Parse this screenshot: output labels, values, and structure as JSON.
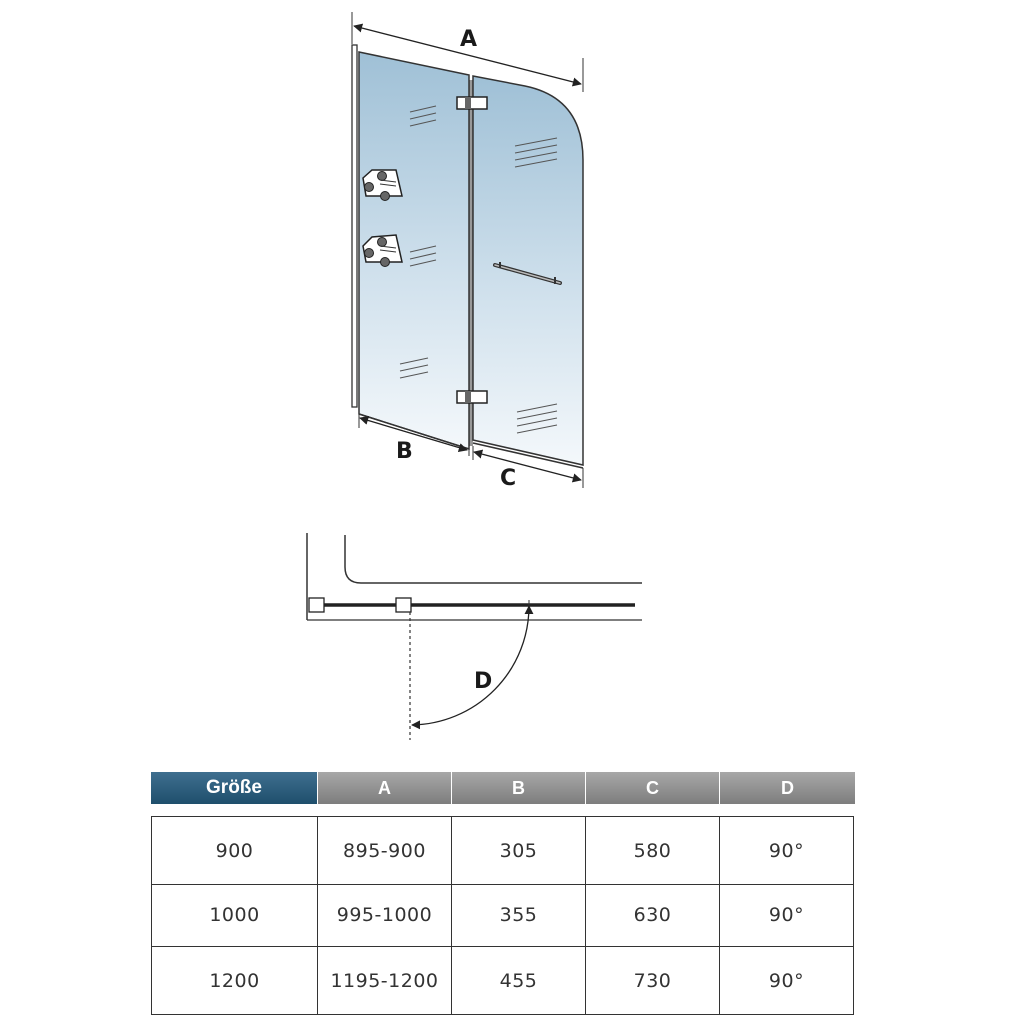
{
  "diagram": {
    "labels": {
      "a": "A",
      "b": "B",
      "c": "C",
      "d": "D"
    }
  },
  "table": {
    "headers": [
      "Größe",
      "A",
      "B",
      "C",
      "D"
    ],
    "rows": [
      [
        "900",
        "895-900",
        "305",
        "580",
        "90°"
      ],
      [
        "1000",
        "995-1000",
        "355",
        "630",
        "90°"
      ],
      [
        "1200",
        "1195-1200",
        "455",
        "730",
        "90°"
      ]
    ],
    "colors": {
      "header_first": "#2a5a78",
      "header_rest": "#8f8f8f",
      "border": "#333333"
    }
  }
}
